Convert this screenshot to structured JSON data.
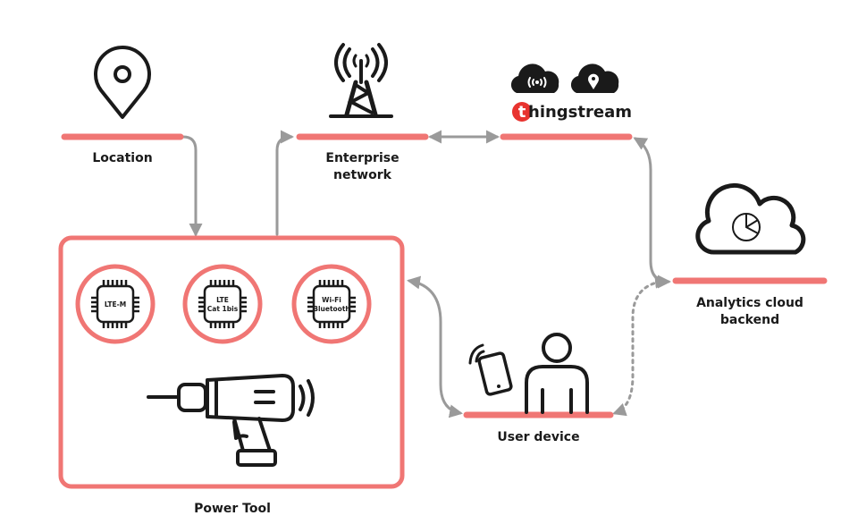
{
  "colors": {
    "accent": "#f07674",
    "connector": "#9a9a9a",
    "ink": "#1a1a1a",
    "brand_red": "#e8332f"
  },
  "nodes": {
    "location": {
      "label": "Location",
      "icon": "map-pin-icon"
    },
    "enterprise": {
      "label_line1": "Enterprise",
      "label_line2": "network",
      "icon": "cell-tower-icon"
    },
    "thingstream": {
      "brand_t": "t",
      "brand_rest": "hingstream",
      "icons": [
        "cloud-wireless-icon",
        "cloud-location-icon"
      ]
    },
    "analytics": {
      "label_line1": "Analytics cloud",
      "label_line2": "backend",
      "icon": "cloud-pie-chart-icon"
    },
    "user_device": {
      "label": "User device",
      "icons": [
        "tablet-wireless-icon",
        "person-icon"
      ]
    },
    "power_tool": {
      "label": "Power Tool",
      "icon": "power-drill-wireless-icon",
      "chips": [
        {
          "line1": "LTE-M",
          "line2": ""
        },
        {
          "line1": "LTE",
          "line2": "Cat 1bis"
        },
        {
          "line1": "Wi-Fi",
          "line2": "Bluetooth"
        }
      ]
    }
  },
  "connections": [
    {
      "from": "Location",
      "to": "Power Tool",
      "style": "solid",
      "direction": "one-way"
    },
    {
      "from": "Power Tool",
      "to": "Enterprise network",
      "style": "solid",
      "direction": "one-way"
    },
    {
      "from": "Enterprise network",
      "to": "thingstream",
      "style": "solid",
      "direction": "two-way"
    },
    {
      "from": "thingstream",
      "to": "Analytics cloud backend",
      "style": "solid",
      "direction": "two-way"
    },
    {
      "from": "Power Tool",
      "to": "User device",
      "style": "solid",
      "direction": "two-way"
    },
    {
      "from": "User device",
      "to": "Analytics cloud backend",
      "style": "dotted",
      "direction": "two-way"
    }
  ]
}
